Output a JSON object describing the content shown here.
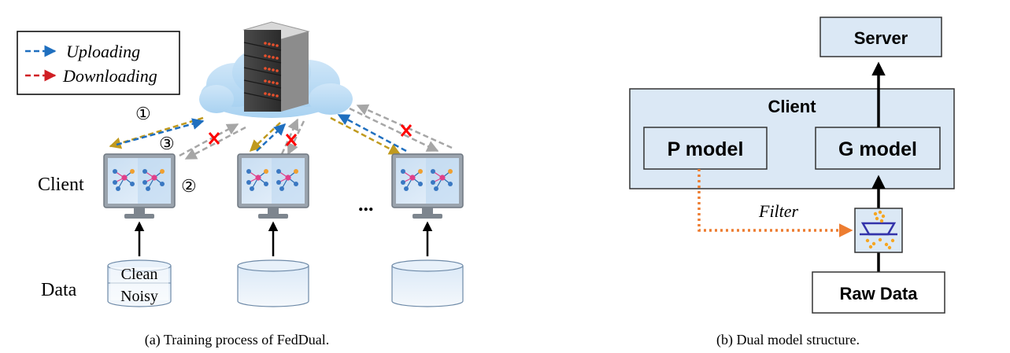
{
  "legend": {
    "uploading_label": "Uploading",
    "downloading_label": "Downloading",
    "uploading_color": "#1f6fbf",
    "downloading_color": "#d01f24"
  },
  "left_panel": {
    "row_client_label": "Client",
    "row_data_label": "Data",
    "step_1": "①",
    "step_2": "②",
    "step_3": "③",
    "ellipsis": "...",
    "clean_label": "Clean",
    "noisy_label": "Noisy",
    "caption": "(a) Training process of FedDual."
  },
  "right_panel": {
    "server_label": "Server",
    "client_label": "Client",
    "p_model_label": "P model",
    "g_model_label": "G model",
    "filter_label": "Filter",
    "raw_data_label": "Raw Data",
    "caption": "(b) Dual model structure."
  },
  "colors": {
    "box_fill": "#dbe8f5",
    "box_stroke": "#333333",
    "arrow_gold": "#c09a1e",
    "arrow_gray": "#a6a6a6",
    "filter_orange": "#ed7d31",
    "cross_red": "#ff0000"
  }
}
